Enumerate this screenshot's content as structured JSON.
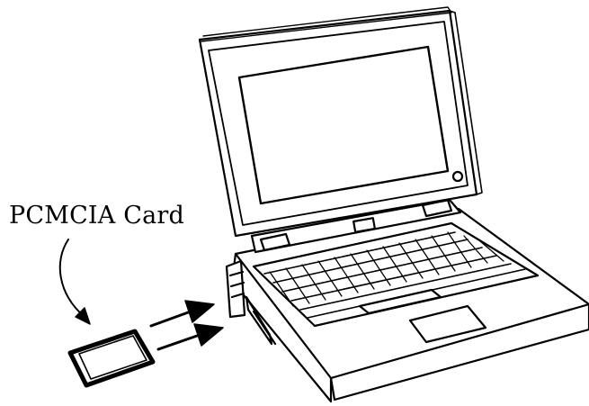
{
  "diagram": {
    "label": "PCMCIA Card",
    "icons": {
      "laptop": "laptop-icon",
      "card": "pcmcia-card-icon",
      "leader": "curved-leader-arrow",
      "insert_arrows": "insert-direction-arrows"
    },
    "colors": {
      "ink": "#000000",
      "paper": "#ffffff"
    }
  }
}
